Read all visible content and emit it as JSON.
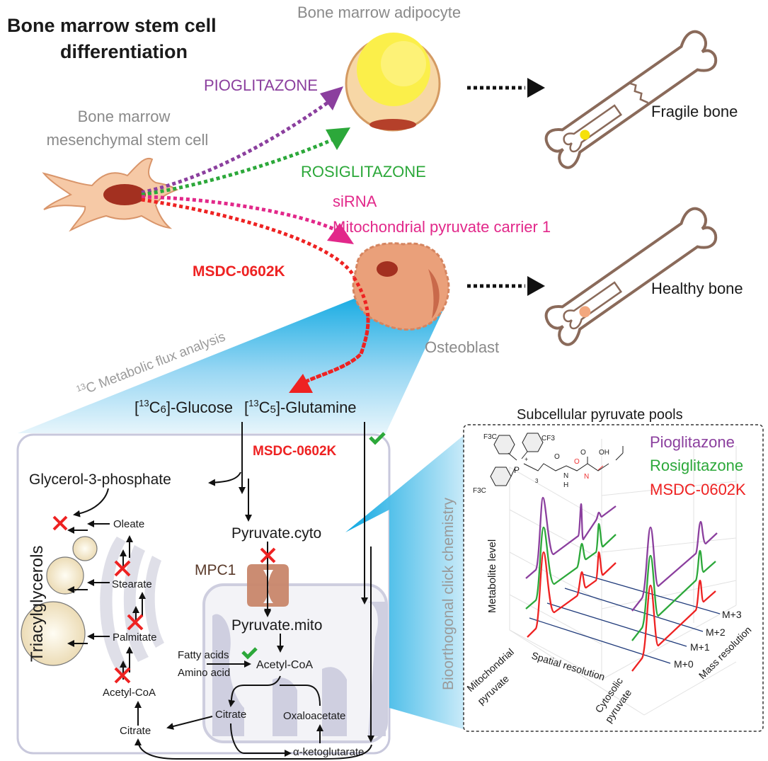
{
  "title": {
    "line1": "Bone marrow stem cell",
    "line2": "differentiation"
  },
  "cells": {
    "adipocyte": "Bone marrow adipocyte",
    "msc_line1": "Bone marrow",
    "msc_line2": "mesenchymal stem cell",
    "osteoblast": "Osteoblast"
  },
  "outcomes": {
    "fragile": "Fragile bone",
    "healthy": "Healthy bone"
  },
  "drugs": {
    "pioglitazone": "PIOGLITAZONE",
    "rosiglitazone": "ROSIGLITAZONE",
    "sirna_line1": "siRNA",
    "sirna_line2": "Mitochondrial pyruvate carrier 1",
    "msdc": "MSDC-0602K"
  },
  "colors": {
    "pioglitazone": "#8b3f9e",
    "rosiglitazone": "#2ca83a",
    "sirna": "#e2288a",
    "msdc": "#ee2222",
    "beam": "#00a3e0"
  },
  "flux": {
    "label_sup": "13",
    "label_text": "C Metabolic flux analysis",
    "glucose": {
      "pre": "[",
      "sup": "13",
      "mid": "C",
      "sub": "6",
      "post": "]-Glucose"
    },
    "glutamine": {
      "pre": "[",
      "sup": "13",
      "mid": "C",
      "sub": "5",
      "post": "]-Glutamine"
    }
  },
  "pathway": {
    "msdc": "MSDC-0602K",
    "g3p": "Glycerol-3-phosphate",
    "tag": "Triacylglycerols",
    "oleate": "Oleate",
    "stearate": "Stearate",
    "palmitate": "Palmitate",
    "acetyl_coa_cyto": "Acetyl-CoA",
    "citrate_cyto": "Citrate",
    "pyruvate_cyto": "Pyruvate.cyto",
    "mpc1": "MPC1",
    "pyruvate_mito": "Pyruvate.mito",
    "fatty_acids": "Fatty acids",
    "amino_acid": "Amino acid",
    "acetyl_coa_mito": "Acetyl-CoA",
    "citrate_mito": "Citrate",
    "oxaloacetate": "Oxaloacetate",
    "akg": "α-ketoglutarate"
  },
  "click": {
    "side_label": "Bioorthogonal click chemistry",
    "panel_title": "Subcellular pyruvate pools",
    "chem": {
      "cf3_a": "F3C",
      "cf3_b": "CF3",
      "cf3_c": "F3C",
      "p": "P",
      "plus": "+",
      "n3": "3",
      "nh_n": "N",
      "nh_h": "H",
      "o1": "O",
      "o2": "O",
      "oh": "OH",
      "oxime_o": "O",
      "oxime_n": "N"
    },
    "legend": [
      "Pioglitazone",
      "Rosiglitazone",
      "MSDC-0602K"
    ],
    "axes": {
      "z": "Metabolite level",
      "mito_line1": "Mitochondrial",
      "mito_line2": "pyruvate",
      "spatial": "Spatial resolution",
      "cyto_line1": "Cytosolic",
      "cyto_line2": "pyruvate",
      "mass": "Mass resolution",
      "isotopologues": [
        "M+0",
        "M+1",
        "M+2",
        "M+3"
      ]
    }
  }
}
